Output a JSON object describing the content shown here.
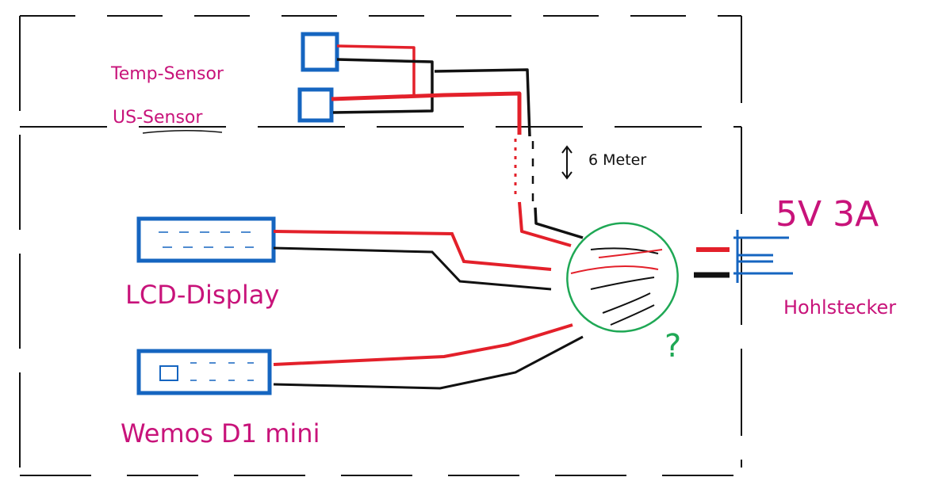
{
  "labels": {
    "temp_sensor": "Temp-Sensor",
    "us_sensor": "US-Sensor",
    "cable_length": "6 Meter",
    "lcd": "LCD-Display",
    "wemos": "Wemos D1 mini",
    "power": "5V 3A",
    "connector": "Hohlstecker",
    "junction": "?"
  },
  "colors": {
    "label": "#c8137a",
    "component": "#1565c0",
    "positive": "#e3202a",
    "ground": "#111111",
    "junction": "#1fa855"
  }
}
